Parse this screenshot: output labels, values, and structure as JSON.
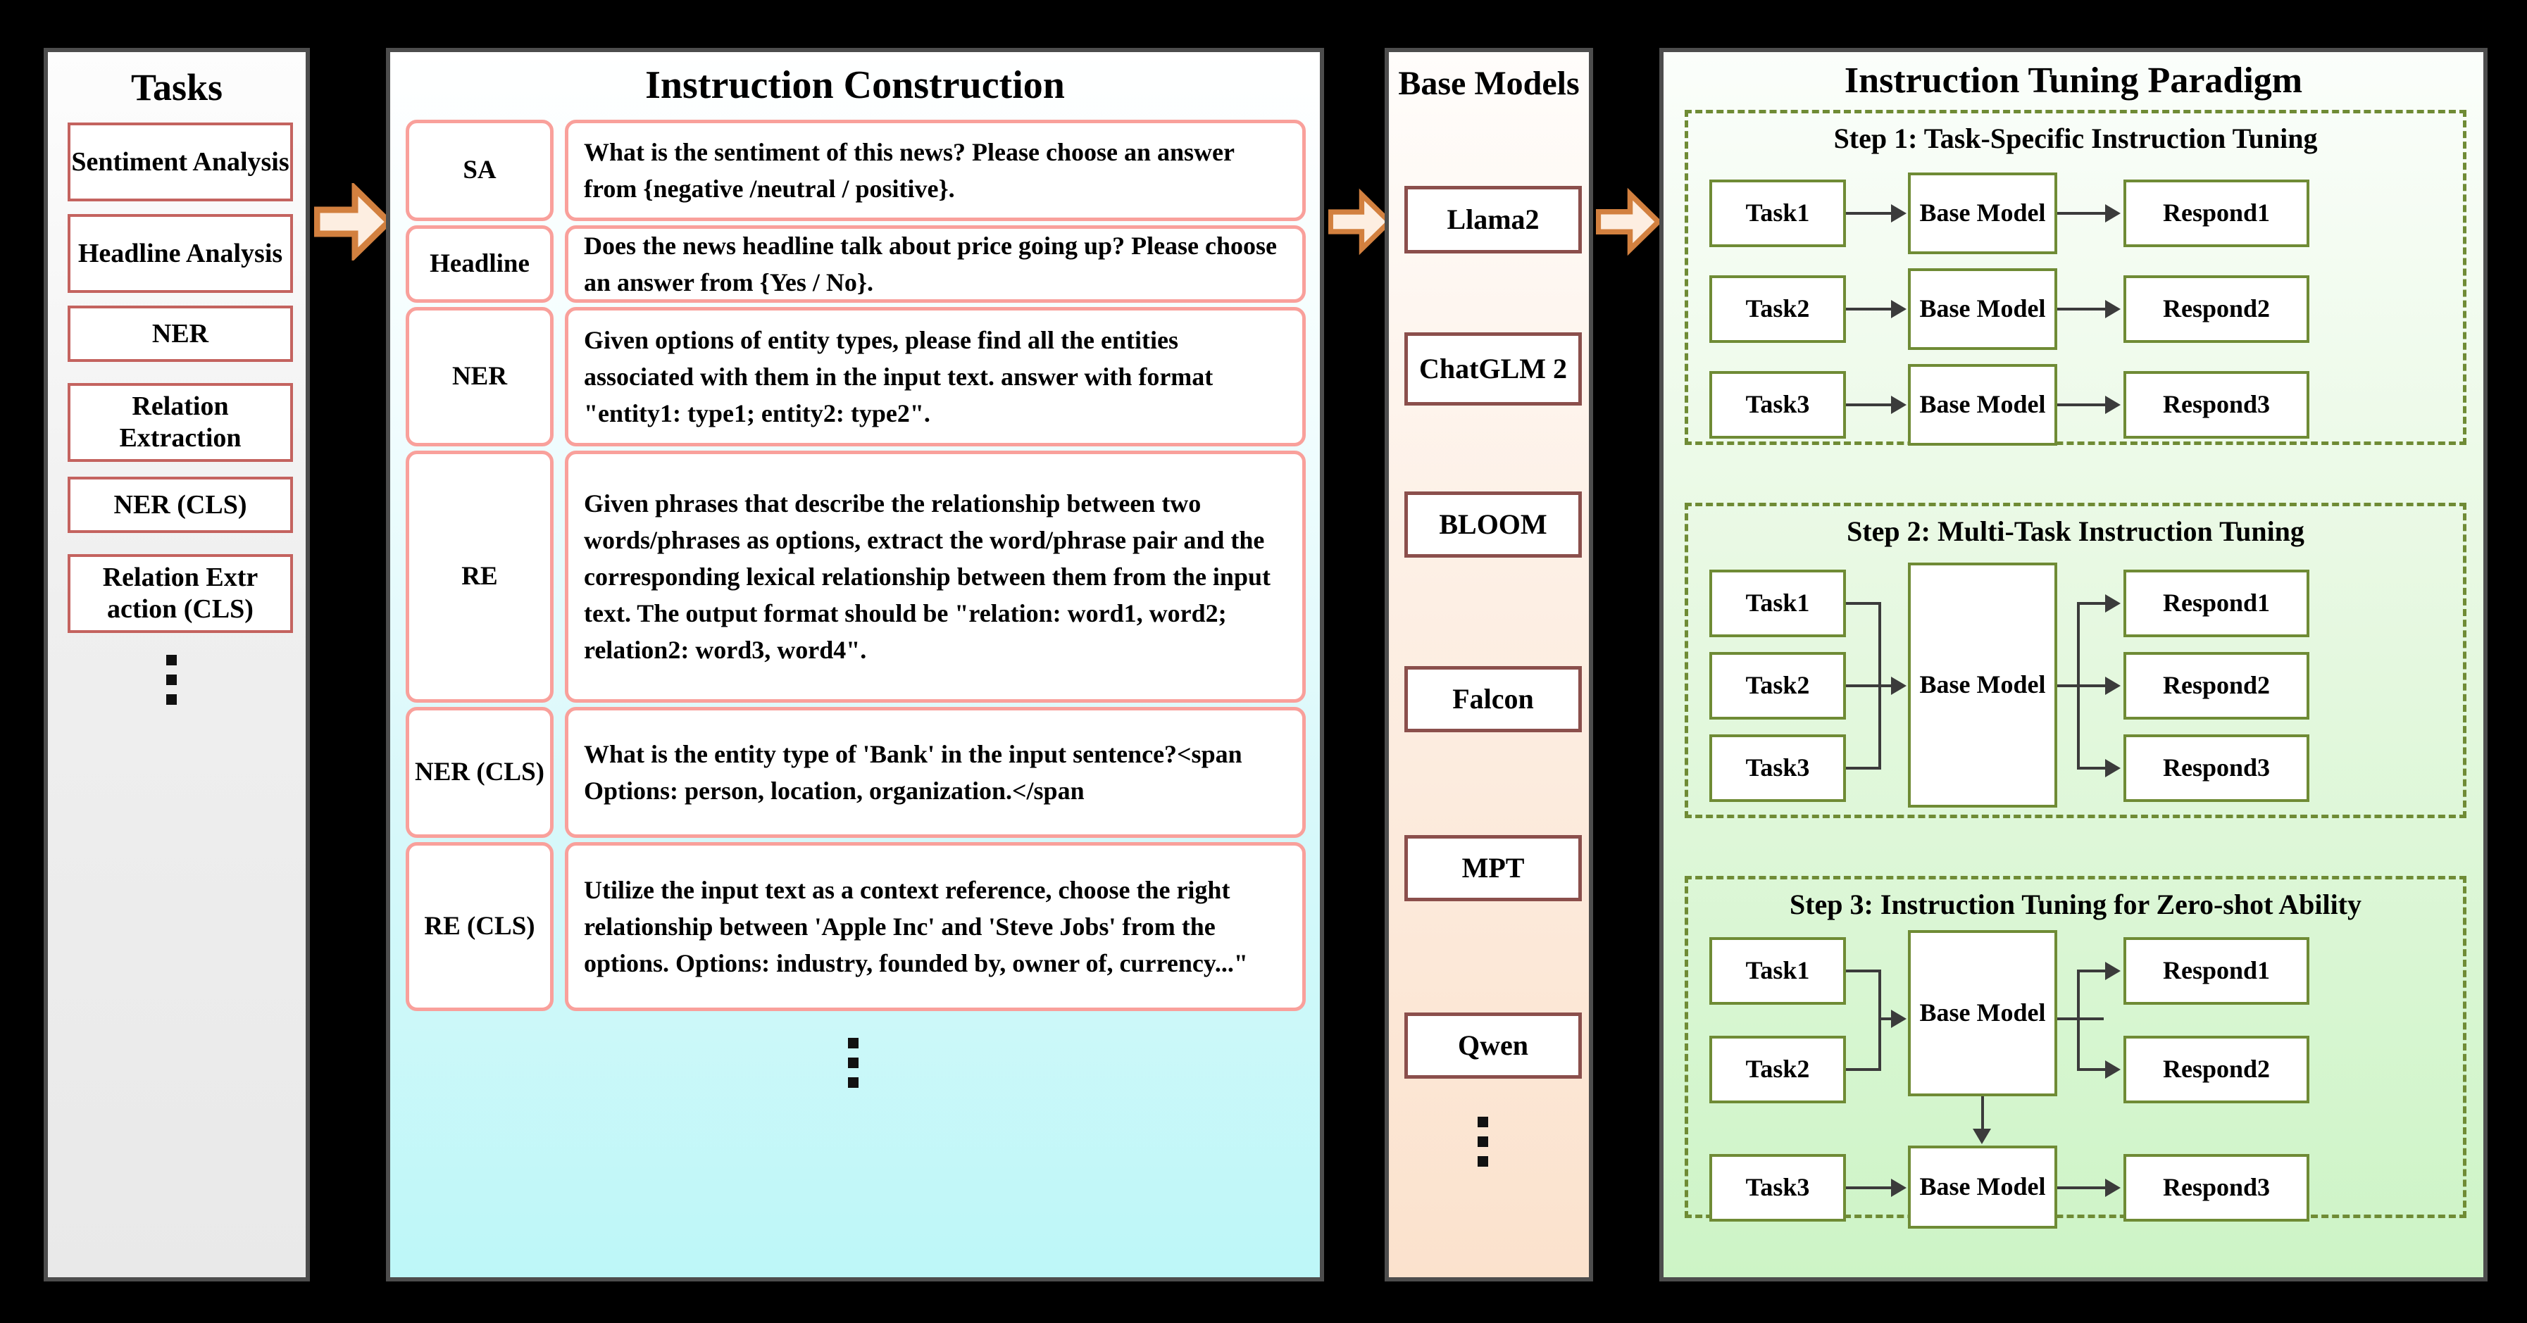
{
  "colors": {
    "task_border": "#c4635f",
    "instr_border": "#f9a09b",
    "model_border": "#8b4f4c",
    "paradigm_border": "#6f8b35",
    "arrow_fill": "#fdeee1",
    "arrow_stroke": "#d2803f",
    "frame": "#4d4d4d"
  },
  "tasks": {
    "title": "Tasks",
    "items": [
      {
        "label": "Sentiment Analysis"
      },
      {
        "label": "Headline Analysis"
      },
      {
        "label": "NER"
      },
      {
        "label": "Relation Extraction"
      },
      {
        "label": "NER (CLS)"
      },
      {
        "label": "Relation Extr action (CLS)"
      }
    ],
    "ellipsis": "vertical-dots"
  },
  "instruction_construction": {
    "title": "Instruction Construction",
    "rows": [
      {
        "tag": "SA",
        "text": "What is the sentiment of this news? Please choose an answer from {negative /neutral / positive}."
      },
      {
        "tag": "Headline",
        "text": "Does the news headline talk about price going up? Please choose an answer from {Yes / No}."
      },
      {
        "tag": "NER",
        "text": "Given options of entity types, please find all the entities associated with them in the input text. answer with format \"entity1: type1; entity2: type2\"."
      },
      {
        "tag": "RE",
        "text": "Given phrases that describe the relationship between two words/phrases as options, extract the word/phrase pair and the corresponding lexical relationship between them from the input text. The output format should be \"relation: word1, word2; relation2: word3, word4\"."
      },
      {
        "tag": "NER (CLS)",
        "text": "What is the entity type of 'Bank' in the input sentence?<span Options: person, location, organization.</span"
      },
      {
        "tag": "RE (CLS)",
        "text": "Utilize the input text as a context reference, choose the right relationship between 'Apple Inc' and 'Steve Jobs' from the options. Options: industry, founded by, owner of, currency...\""
      }
    ],
    "ellipsis": "vertical-dots"
  },
  "base_models": {
    "title": "Base Models",
    "items": [
      {
        "label": "Llama2"
      },
      {
        "label": "ChatGLM 2"
      },
      {
        "label": "BLOOM"
      },
      {
        "label": "Falcon"
      },
      {
        "label": "MPT"
      },
      {
        "label": "Qwen"
      }
    ],
    "ellipsis": "vertical-dots"
  },
  "paradigm": {
    "title": "Instruction Tuning Paradigm",
    "steps": [
      {
        "title": "Step 1: Task-Specific Instruction Tuning",
        "tasks": [
          "Task1",
          "Task2",
          "Task3"
        ],
        "models": [
          "Base Model",
          "Base Model",
          "Base Model"
        ],
        "responds": [
          "Respond1",
          "Respond2",
          "Respond3"
        ]
      },
      {
        "title": "Step 2: Multi-Task Instruction Tuning",
        "tasks": [
          "Task1",
          "Task2",
          "Task3"
        ],
        "models": [
          "Base Model"
        ],
        "responds": [
          "Respond1",
          "Respond2",
          "Respond3"
        ]
      },
      {
        "title": "Step 3: Instruction Tuning for Zero-shot Ability",
        "tasks": [
          "Task1",
          "Task2",
          "Task3"
        ],
        "models": [
          "Base Model",
          "Base Model"
        ],
        "responds": [
          "Respond1",
          "Respond2",
          "Respond3"
        ]
      }
    ]
  },
  "flow_arrows": [
    {
      "name": "arrow-tasks-to-instruction"
    },
    {
      "name": "arrow-instruction-to-models"
    },
    {
      "name": "arrow-models-to-paradigm"
    }
  ]
}
